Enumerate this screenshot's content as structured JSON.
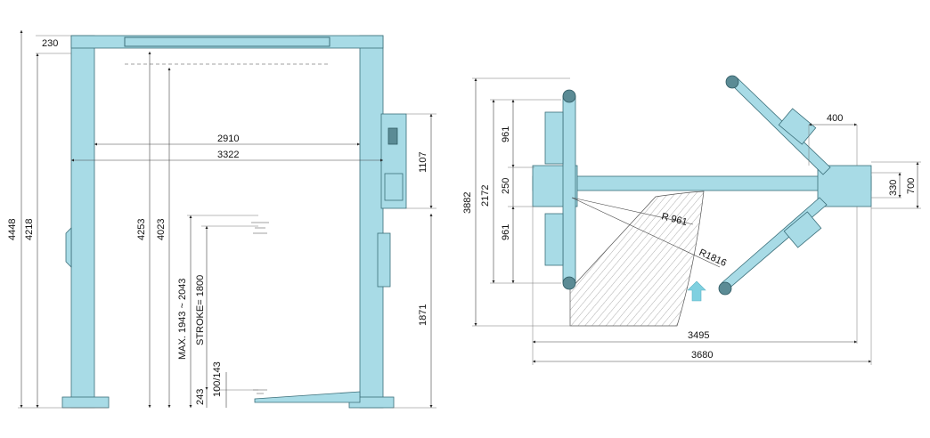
{
  "side_view": {
    "dims": {
      "top_beam": "230",
      "total_height": "4448",
      "column_height": "4218",
      "inner_width": "2910",
      "outer_width": "3322",
      "clear_height": "4253",
      "max_height": "4023",
      "max_lift": "MAX. 1943 ~ 2043",
      "stroke": "STROKE= 1800",
      "pad_low": "100/143",
      "arm_low": "243",
      "control_box": "1107",
      "lower_height": "1871"
    }
  },
  "top_view": {
    "dims": {
      "overall_depth": "3882",
      "arm_span": "2172",
      "arm_a": "961",
      "column_width": "250",
      "arm_b": "961",
      "arm_offset": "400",
      "base_small": "330",
      "base_large": "700",
      "radius_short": "R 961",
      "radius_long": "R1816",
      "width_inner": "3495",
      "width_outer": "3680"
    }
  },
  "colors": {
    "lift_body": "#a8dbe6",
    "outline": "#3b6f7a",
    "arrow": "#7fd0e0"
  }
}
